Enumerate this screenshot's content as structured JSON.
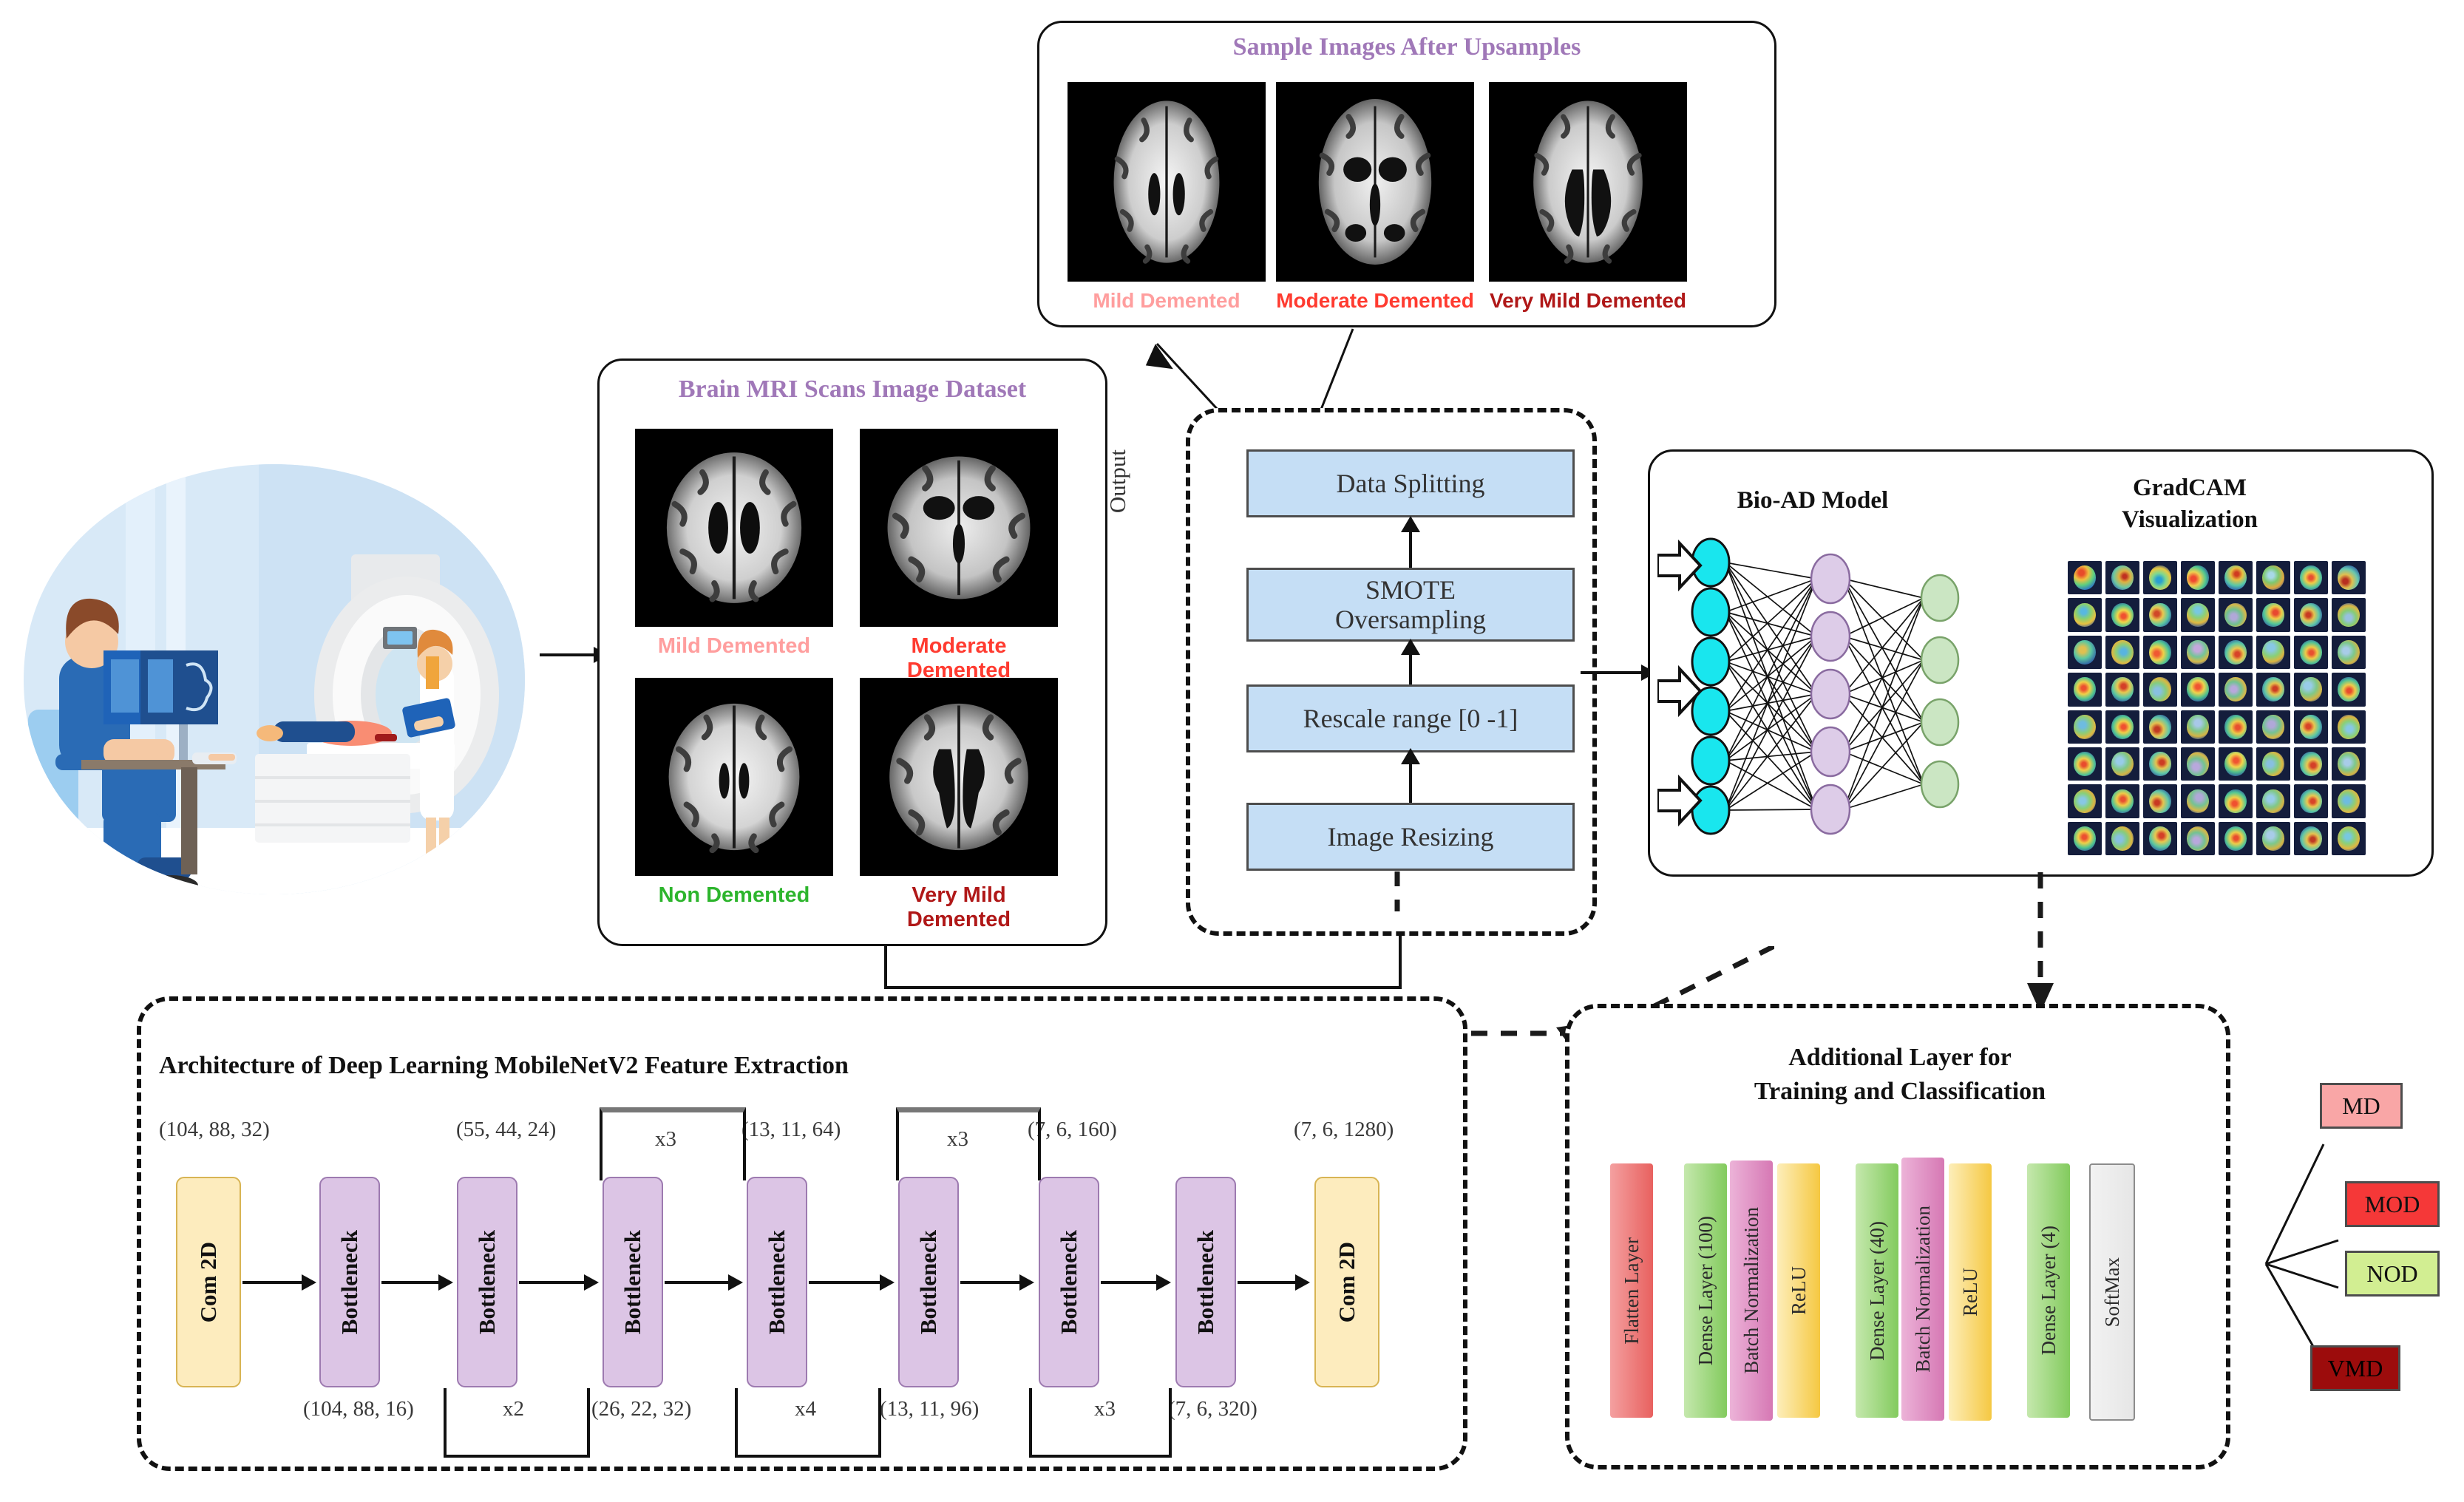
{
  "dataset_panel": {
    "title": "Brain MRI Scans Image Dataset",
    "items": [
      {
        "label": "Mild Demented",
        "color": "#ff9e9e"
      },
      {
        "label": "Moderate Demented",
        "color": "#ff3b30"
      },
      {
        "label": "Non Demented",
        "color": "#2db52d"
      },
      {
        "label": "Very Mild Demented",
        "color": "#b01818"
      }
    ]
  },
  "upsample_panel": {
    "title": "Sample Images After Upsamples",
    "items": [
      {
        "label": "Mild Demented",
        "color": "#ff9e9e"
      },
      {
        "label": "Moderate Demented",
        "color": "#ff3b30"
      },
      {
        "label": "Very Mild Demented",
        "color": "#b01818"
      }
    ]
  },
  "preprocessing": {
    "output_label": "Output",
    "steps": [
      {
        "label": "Data Splitting"
      },
      {
        "label": "SMOTE\nOversampling"
      },
      {
        "label": "Rescale range [0 -1]"
      },
      {
        "label": "Image Resizing"
      }
    ],
    "box_color": "#c5def5"
  },
  "model_panel": {
    "title_model": "Bio-AD Model",
    "title_gradcam": "GradCAM\nVisualization",
    "layers": {
      "input": 6,
      "hidden": 5,
      "output": 4
    },
    "node_colors": {
      "input": "#19e6ee",
      "hidden": "#ddcce8",
      "output": "#cbe6c3"
    },
    "gradcam_grid": {
      "cols": 8,
      "rows": 8
    }
  },
  "architecture_panel": {
    "title": "Architecture of Deep Learning MobileNetV2 Feature Extraction",
    "blocks": [
      {
        "label": "Com 2D",
        "type": "conv"
      },
      {
        "label": "Bottleneck",
        "type": "bneck"
      },
      {
        "label": "Bottleneck",
        "type": "bneck"
      },
      {
        "label": "Bottleneck",
        "type": "bneck"
      },
      {
        "label": "Bottleneck",
        "type": "bneck"
      },
      {
        "label": "Bottleneck",
        "type": "bneck"
      },
      {
        "label": "Bottleneck",
        "type": "bneck"
      },
      {
        "label": "Bottleneck",
        "type": "bneck"
      },
      {
        "label": "Com 2D",
        "type": "conv"
      }
    ],
    "top_labels": [
      "(104, 88, 32)",
      "(55, 44, 24)",
      "x3",
      "(13, 11, 64)",
      "x3",
      "(7, 6, 160)",
      "(7, 6, 1280)"
    ],
    "bottom_labels": [
      "(104, 88, 16)",
      "x2",
      "(26, 22, 32)",
      "x4",
      "(13, 11, 96)",
      "x3",
      "(7, 6, 320)"
    ],
    "colors": {
      "conv": "#fdecbe",
      "bottleneck": "#dcc5e5"
    }
  },
  "classifier_panel": {
    "title": "Additional Layer for\nTraining and Classification",
    "bars": [
      {
        "label": "Flatten Layer",
        "c1": "#f4a0a0",
        "c2": "#e8615f"
      },
      {
        "label": "Dense Layer (100)",
        "c1": "#c5e8ad",
        "c2": "#83cb5e"
      },
      {
        "label": "Batch Normalization",
        "c1": "#ecb3d8",
        "c2": "#d678b4"
      },
      {
        "label": "ReLU",
        "c1": "#fdeeba",
        "c2": "#f5c842"
      },
      {
        "label": "Dense Layer (40)",
        "c1": "#c5e8ad",
        "c2": "#83cb5e"
      },
      {
        "label": "Batch Normalization",
        "c1": "#ecb3d8",
        "c2": "#d678b4"
      },
      {
        "label": "ReLU",
        "c1": "#fdeeba",
        "c2": "#f5c842"
      },
      {
        "label": "Dense Layer (4)",
        "c1": "#c5e8ad",
        "c2": "#83cb5e"
      },
      {
        "label": "SoftMax",
        "c1": "#f2f2f2",
        "c2": "#e6e6e6"
      }
    ]
  },
  "output_classes": [
    {
      "label": "MD",
      "bg": "#f9a6a6",
      "fg": "#111111"
    },
    {
      "label": "MOD",
      "bg": "#f53838",
      "fg": "#111111"
    },
    {
      "label": "NOD",
      "bg": "#d2ee92",
      "fg": "#111111"
    },
    {
      "label": "VMD",
      "bg": "#9c0c0c",
      "fg": "#000000"
    }
  ],
  "illustration": {
    "name": "mri-scan-room-illustration"
  }
}
